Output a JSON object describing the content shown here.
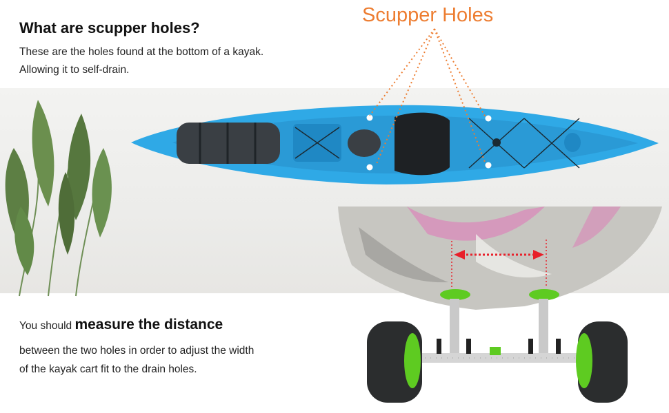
{
  "heading": "What are scupper holes?",
  "description_lines": [
    "These are the holes found at the bottom of a kayak.",
    "Allowing it to self-drain."
  ],
  "callout": "Scupper Holes",
  "instruction": {
    "prefix": "You should ",
    "emphasis": "measure the distance",
    "lines": [
      "between the two holes in order to adjust the width",
      "of the kayak cart fit to the drain holes."
    ]
  },
  "colors": {
    "accent": "#ed7d31",
    "kayak": "#2fa9e6",
    "measure_arrow": "#e8202a",
    "cart_green": "#5ecb21"
  },
  "icons": [
    "plant-leaves",
    "kayak-top-view",
    "kayak-hull-bottom",
    "kayak-cart",
    "measure-arrow-icon"
  ]
}
